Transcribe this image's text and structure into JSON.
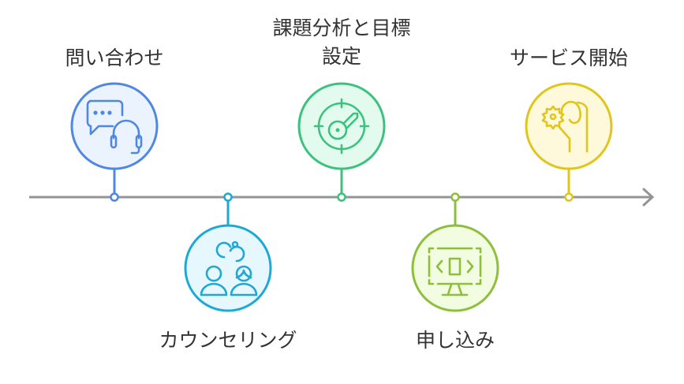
{
  "title": "Timeline",
  "colors": {
    "axis": "#949494",
    "blue": "#4f88e3",
    "cyan": "#1ea8d6",
    "green": "#3cc27e",
    "lime": "#8dbf3c",
    "yellow": "#e0c51c"
  },
  "steps": [
    {
      "label": "問い合わせ",
      "icon": "chat-headset-icon"
    },
    {
      "label": "カウンセリング",
      "icon": "counseling-people-icon"
    },
    {
      "label_line1": "課題分析と目標",
      "label_line2": "設定",
      "icon": "target-key-icon"
    },
    {
      "label": "申し込み",
      "icon": "monitor-code-icon"
    },
    {
      "label": "サービス開始",
      "icon": "hand-gear-icon"
    }
  ]
}
